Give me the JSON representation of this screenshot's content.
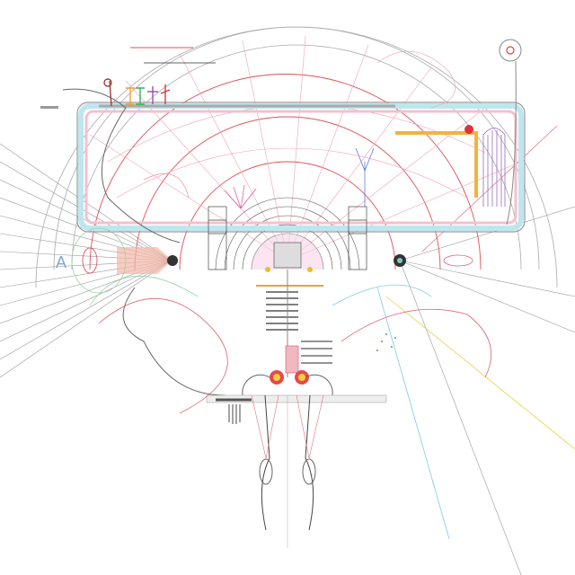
{
  "artwork": {
    "description": "Dense technical/anatomical line drawing of a human head and skeletal figure overlaid with radial grids, arcs and diagrams",
    "visible_text": [
      "A"
    ],
    "colors": {
      "background": "#ffffff",
      "grid_red": "#e0505a",
      "grid_pink": "#f0a0b8",
      "line_gray": "#888888",
      "line_dark": "#333333",
      "cyan_band": "#bfe6ee",
      "orange_accent": "#f2b33d",
      "blue_label": "#7fa6d8",
      "purple": "#9a6ab8",
      "green": "#3cae5a"
    },
    "elements": {
      "left_label": "A"
    }
  }
}
